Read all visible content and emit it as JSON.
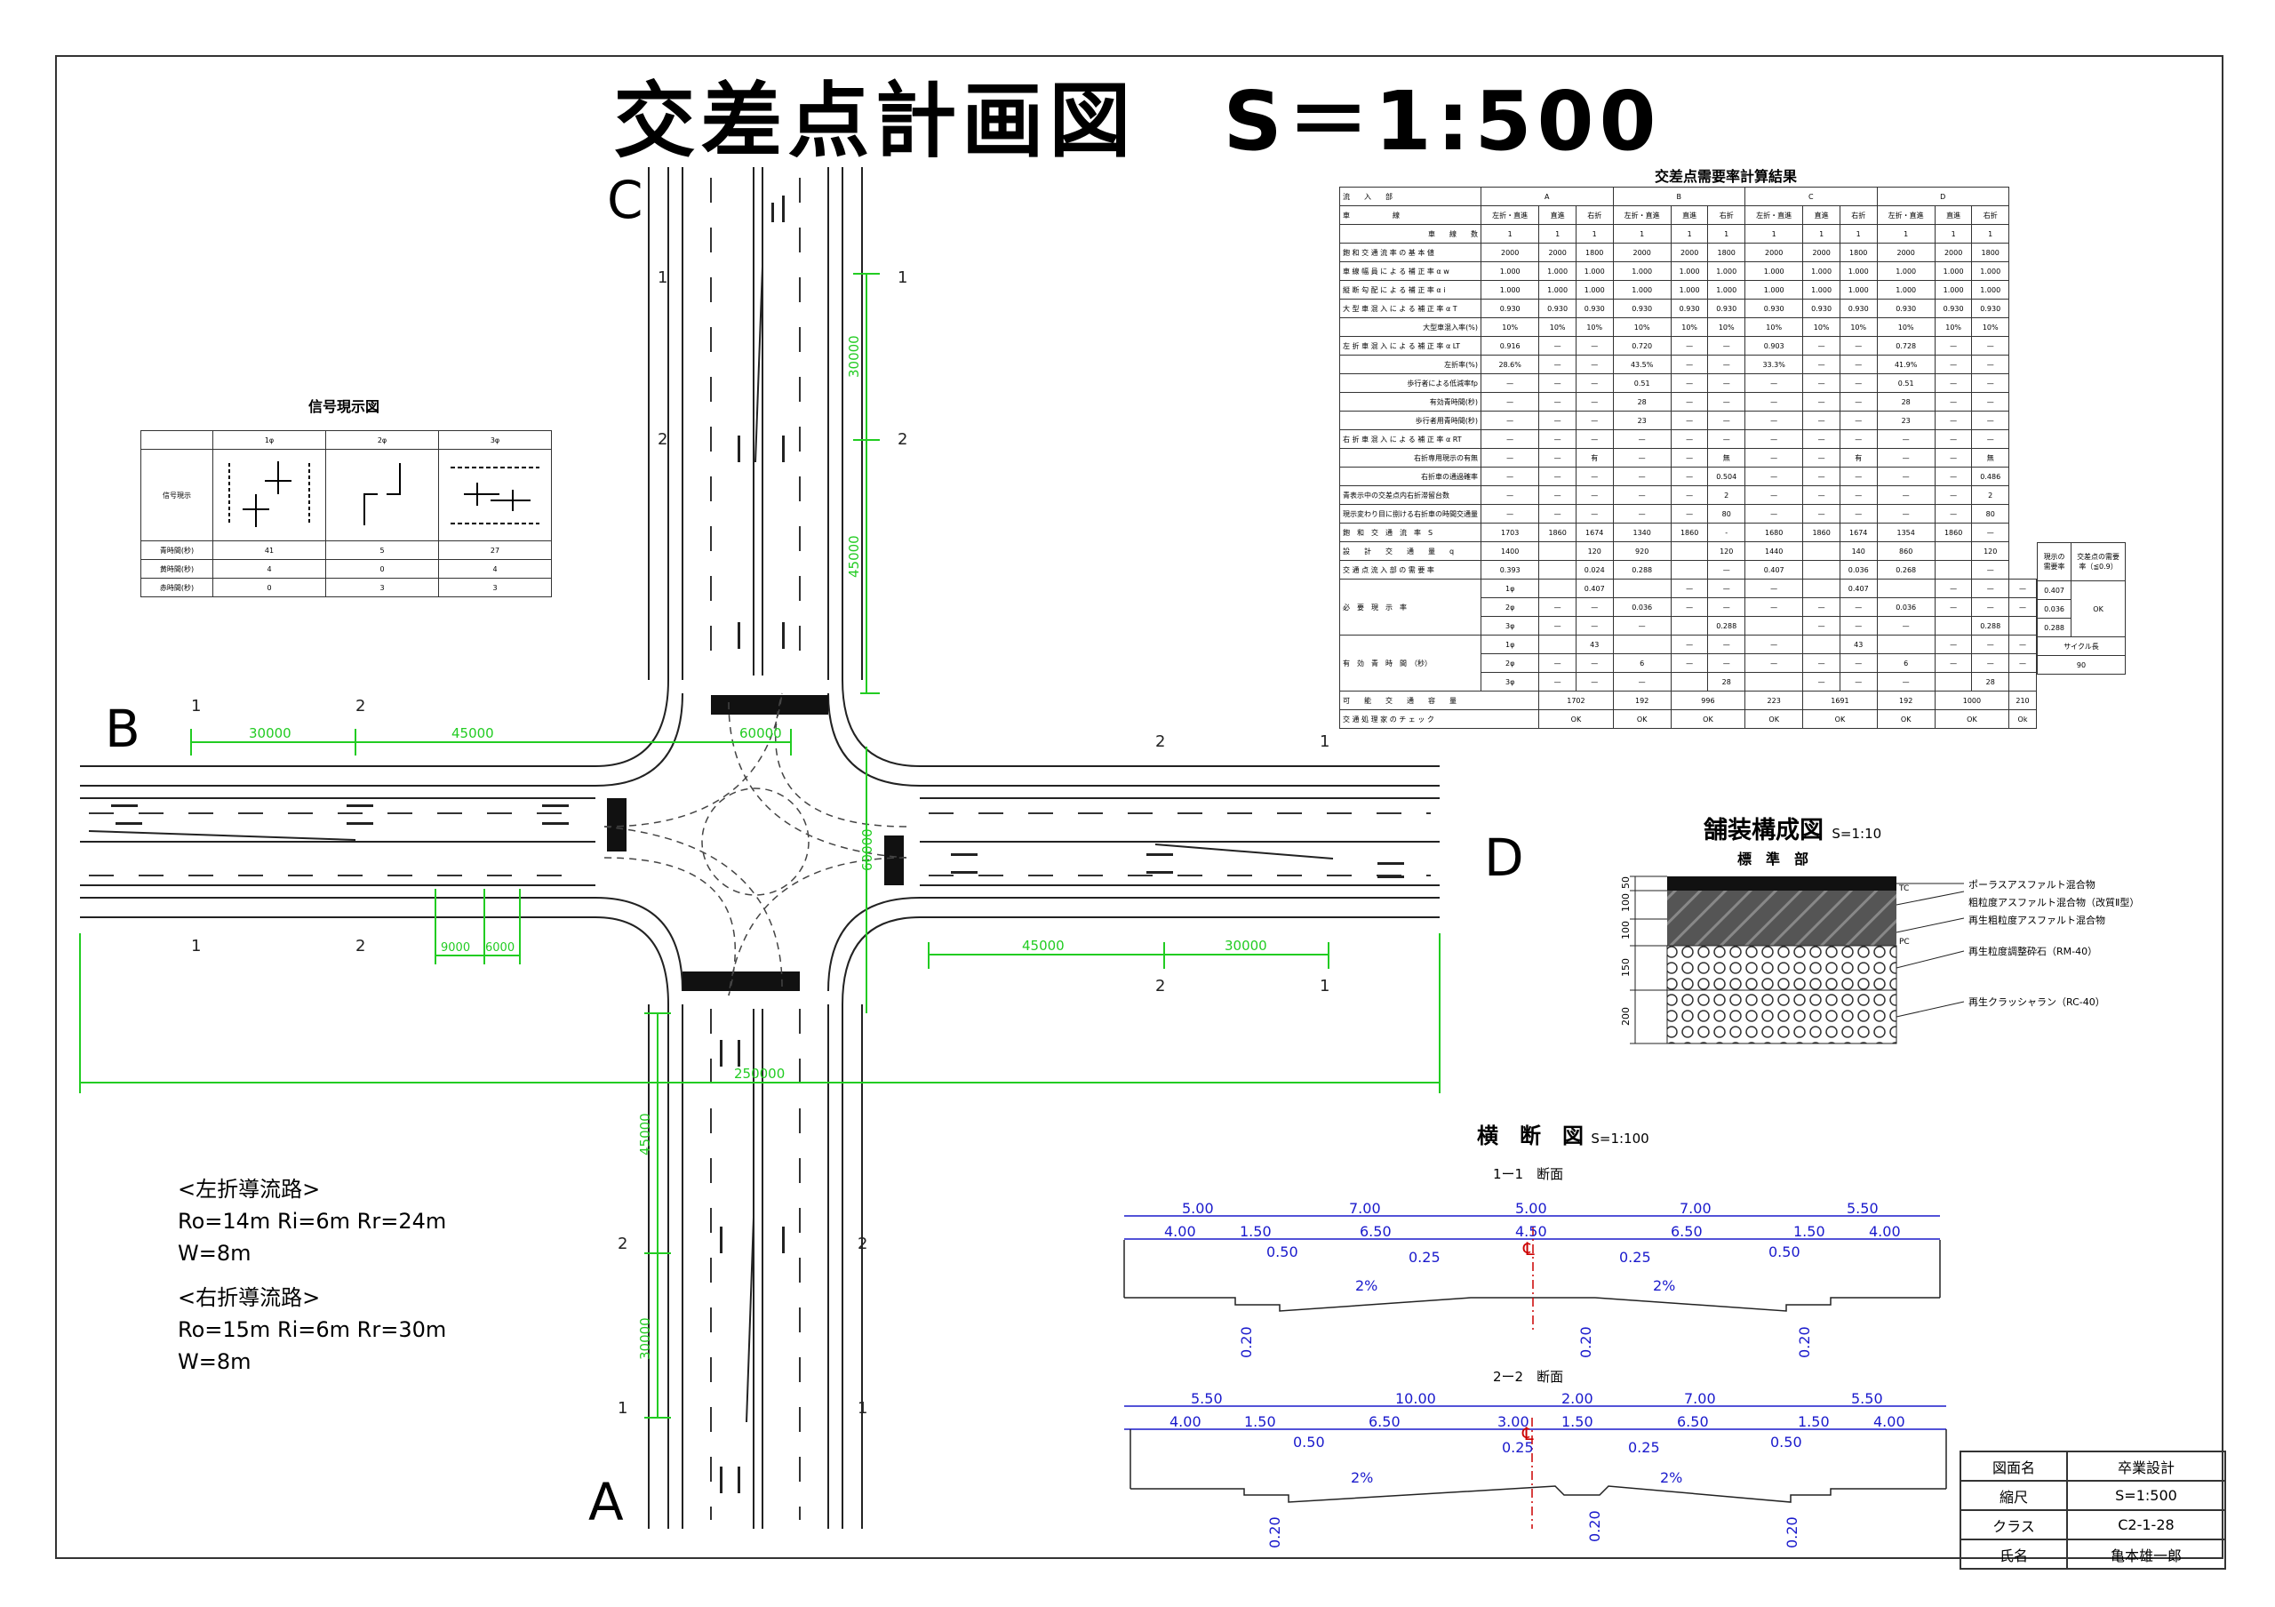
{
  "title": {
    "main": "交差点計画図",
    "scale": "S＝1:500"
  },
  "approaches": {
    "a": "A",
    "b": "B",
    "c": "C",
    "d": "D"
  },
  "sections": {
    "s1": "1",
    "s2": "2"
  },
  "dimensions": {
    "north_upper": "30000",
    "north_lower": "45000",
    "south_upper": "45000",
    "south_lower": "30000",
    "west_left": "30000",
    "west_right": "45000",
    "center_h": "60000",
    "center_v": "60000",
    "east_left": "45000",
    "east_right": "30000",
    "west_sub1": "9000",
    "west_sub2": "6000",
    "total": "250000"
  },
  "signal": {
    "title": "信号現示図",
    "headers": [
      "",
      "1φ",
      "2φ",
      "3φ"
    ],
    "row_label": "信号現示",
    "rows": [
      {
        "label": "青時間(秒)",
        "values": [
          "41",
          "5",
          "27"
        ]
      },
      {
        "label": "黄時間(秒)",
        "values": [
          "4",
          "0",
          "4"
        ]
      },
      {
        "label": "赤時間(秒)",
        "values": [
          "0",
          "3",
          "3"
        ]
      }
    ]
  },
  "calc": {
    "title": "交差点需要率計算結果",
    "approach_row": [
      "流　　入　　部",
      "A",
      "B",
      "C",
      "D"
    ],
    "lane_row": [
      "車　　　　　　線",
      "左折・直進",
      "直進",
      "右折",
      "左折・直進",
      "直進",
      "右折",
      "左折・直進",
      "直進",
      "右折",
      "左折・直進",
      "直進",
      "右折"
    ],
    "rows": [
      [
        "車　　線　　数",
        "1",
        "1",
        "1",
        "1",
        "1",
        "1",
        "1",
        "1",
        "1",
        "1",
        "1",
        "1"
      ],
      [
        "飽 和 交 通 流 率 の 基 本 値",
        "2000",
        "2000",
        "1800",
        "2000",
        "2000",
        "1800",
        "2000",
        "2000",
        "1800",
        "2000",
        "2000",
        "1800"
      ],
      [
        "車 線 幅 員 に よ る 補 正 率 α w",
        "1.000",
        "1.000",
        "1.000",
        "1.000",
        "1.000",
        "1.000",
        "1.000",
        "1.000",
        "1.000",
        "1.000",
        "1.000",
        "1.000"
      ],
      [
        "縦 断 勾 配 に よ る 補 正 率 α i",
        "1.000",
        "1.000",
        "1.000",
        "1.000",
        "1.000",
        "1.000",
        "1.000",
        "1.000",
        "1.000",
        "1.000",
        "1.000",
        "1.000"
      ],
      [
        "大 型 車 混 入 に よ る 補 正 率 α T",
        "0.930",
        "0.930",
        "0.930",
        "0.930",
        "0.930",
        "0.930",
        "0.930",
        "0.930",
        "0.930",
        "0.930",
        "0.930",
        "0.930"
      ],
      [
        "大型車混入率(%)",
        "10%",
        "10%",
        "10%",
        "10%",
        "10%",
        "10%",
        "10%",
        "10%",
        "10%",
        "10%",
        "10%",
        "10%"
      ],
      [
        "左 折 車 混 入 に よ る 補 正 率 α LT",
        "0.916",
        "—",
        "—",
        "0.720",
        "—",
        "—",
        "0.903",
        "—",
        "—",
        "0.728",
        "—",
        "—"
      ],
      [
        "左折率(%)",
        "28.6%",
        "—",
        "—",
        "43.5%",
        "—",
        "—",
        "33.3%",
        "—",
        "—",
        "41.9%",
        "—",
        "—"
      ],
      [
        "歩行者による低減率fp",
        "—",
        "—",
        "—",
        "0.51",
        "—",
        "—",
        "—",
        "—",
        "—",
        "0.51",
        "—",
        "—"
      ],
      [
        "有効青時間(秒)",
        "—",
        "—",
        "—",
        "28",
        "—",
        "—",
        "—",
        "—",
        "—",
        "28",
        "—",
        "—"
      ],
      [
        "歩行者用青時間(秒)",
        "—",
        "—",
        "—",
        "23",
        "—",
        "—",
        "—",
        "—",
        "—",
        "23",
        "—",
        "—"
      ],
      [
        "右 折 車 混 入 に よ る 補 正 率 α RT",
        "—",
        "—",
        "—",
        "—",
        "—",
        "—",
        "—",
        "—",
        "—",
        "—",
        "—",
        "—"
      ],
      [
        "右折専用現示の有無",
        "—",
        "—",
        "有",
        "—",
        "—",
        "無",
        "—",
        "—",
        "有",
        "—",
        "—",
        "無"
      ],
      [
        "右折車の通過確率",
        "—",
        "—",
        "—",
        "—",
        "—",
        "0.504",
        "—",
        "—",
        "—",
        "—",
        "—",
        "0.486"
      ],
      [
        "青表示中の交差点内右折滞留台数",
        "—",
        "—",
        "—",
        "—",
        "—",
        "2",
        "—",
        "—",
        "—",
        "—",
        "—",
        "2"
      ],
      [
        "現示変わり目に捌ける右折車の時間交通量",
        "—",
        "—",
        "—",
        "—",
        "—",
        "80",
        "—",
        "—",
        "—",
        "—",
        "—",
        "80"
      ],
      [
        "飽　和　交　通　流　率　S",
        "1703",
        "1860",
        "1674",
        "1340",
        "1860",
        "-",
        "1680",
        "1860",
        "1674",
        "1354",
        "1860",
        "—"
      ],
      [
        "設　　計　　交　　通　　量　　q",
        "1400",
        "",
        "120",
        "920",
        "",
        "120",
        "1440",
        "",
        "140",
        "860",
        "",
        "120"
      ],
      [
        "交 通 点 流 入 部 の 需 要 率",
        "0.393",
        "",
        "0.024",
        "0.288",
        "",
        "—",
        "0.407",
        "",
        "0.036",
        "0.268",
        "",
        "—"
      ]
    ],
    "phase_rows": [
      [
        "1φ",
        "",
        "0.407",
        "",
        "—",
        "—",
        "—",
        "",
        "0.407",
        "",
        "—",
        "—",
        "—"
      ],
      [
        "2φ",
        "—",
        "—",
        "0.036",
        "—",
        "—",
        "—",
        "—",
        "—",
        "0.036",
        "—",
        "—",
        "—"
      ],
      [
        "3φ",
        "—",
        "—",
        "—",
        "",
        "0.288",
        "",
        "—",
        "—",
        "—",
        "",
        "0.288",
        ""
      ]
    ],
    "phase_group_label": "必　要　現　示　率",
    "green_rows": [
      [
        "1φ",
        "",
        "43",
        "",
        "—",
        "—",
        "—",
        "",
        "43",
        "",
        "—",
        "—",
        "—"
      ],
      [
        "2φ",
        "—",
        "—",
        "6",
        "—",
        "—",
        "—",
        "—",
        "—",
        "6",
        "—",
        "—",
        "—"
      ],
      [
        "3φ",
        "—",
        "—",
        "—",
        "",
        "28",
        "",
        "—",
        "—",
        "—",
        "",
        "28",
        ""
      ]
    ],
    "green_group_label": "有　効　青　時　間　（秒）",
    "capacity_label": "可　　能　　交　　通　　容　　量",
    "capacity": [
      "1702",
      "192",
      "996",
      "223",
      "1691",
      "192",
      "1000",
      "210"
    ],
    "check_label": "交 通 処 理 家 の チ ェ ッ ク",
    "check": [
      "OK",
      "OK",
      "OK",
      "OK",
      "OK",
      "OK",
      "OK",
      "Ok"
    ],
    "side": {
      "demand_header": "現示の需要率",
      "total_header": "交差点の需要率（≦0.9）",
      "phase_values": [
        "0.407",
        "0.036",
        "0.288"
      ],
      "result": "OK",
      "cycle_label": "サイクル長",
      "cycle": "90"
    }
  },
  "pavement": {
    "title": "舗装構成図",
    "scale": "S=1:10",
    "subtitle": "標　準　部",
    "thickness": [
      "50",
      "100",
      "100",
      "150",
      "200"
    ],
    "tags": [
      "TC",
      "PC"
    ],
    "layers": [
      "ポーラスアスファルト混合物",
      "粗粒度アスファルト混合物（改質Ⅱ型）",
      "再生粗粒度アスファルト混合物",
      "再生粒度調整砕石（RM-40）",
      "再生クラッシャラン（RC-40）"
    ]
  },
  "cross": {
    "title": "横　断　図",
    "scale": "S=1:100",
    "sec1": {
      "label": "1ー1　断面",
      "top": [
        "5.00",
        "7.00",
        "5.00",
        "7.00",
        "5.50"
      ],
      "mid": [
        "4.00",
        "1.50",
        "6.50",
        "4.50",
        "6.50",
        "1.50",
        "4.00"
      ],
      "small": [
        "0.50",
        "0.25",
        "0.25",
        "0.50"
      ],
      "slope": [
        "2%",
        "2%"
      ],
      "depth": [
        "0.20",
        "0.20",
        "0.20"
      ]
    },
    "sec2": {
      "label": "2ー2　断面",
      "top": [
        "5.50",
        "10.00",
        "2.00",
        "7.00",
        "5.50"
      ],
      "mid": [
        "4.00",
        "1.50",
        "6.50",
        "3.00",
        "1.50",
        "6.50",
        "1.50",
        "4.00"
      ],
      "small": [
        "0.50",
        "0.25",
        "0.25",
        "0.50"
      ],
      "slope": [
        "2%",
        "2%"
      ],
      "depth": [
        "0.20",
        "0.20",
        "0.20"
      ]
    },
    "centerline": "℄"
  },
  "channel": {
    "left_title": "<左折導流路>",
    "left_params": "Ro=14m Ri=6m Rr=24m",
    "left_w": "W=8m",
    "right_title": "<右折導流路>",
    "right_params": "Ro=15m Ri=6m Rr=30m",
    "right_w": "W=8m"
  },
  "title_block": [
    {
      "label": "図面名",
      "value": "卒業設計"
    },
    {
      "label": "縮尺",
      "value": "S=1:500"
    },
    {
      "label": "クラス",
      "value": "C2-1-28"
    },
    {
      "label": "氏名",
      "value": "亀本雄一郎"
    }
  ],
  "colors": {
    "dim": "#22cc22",
    "blue": "#1a1acc",
    "red": "#cc0000"
  }
}
